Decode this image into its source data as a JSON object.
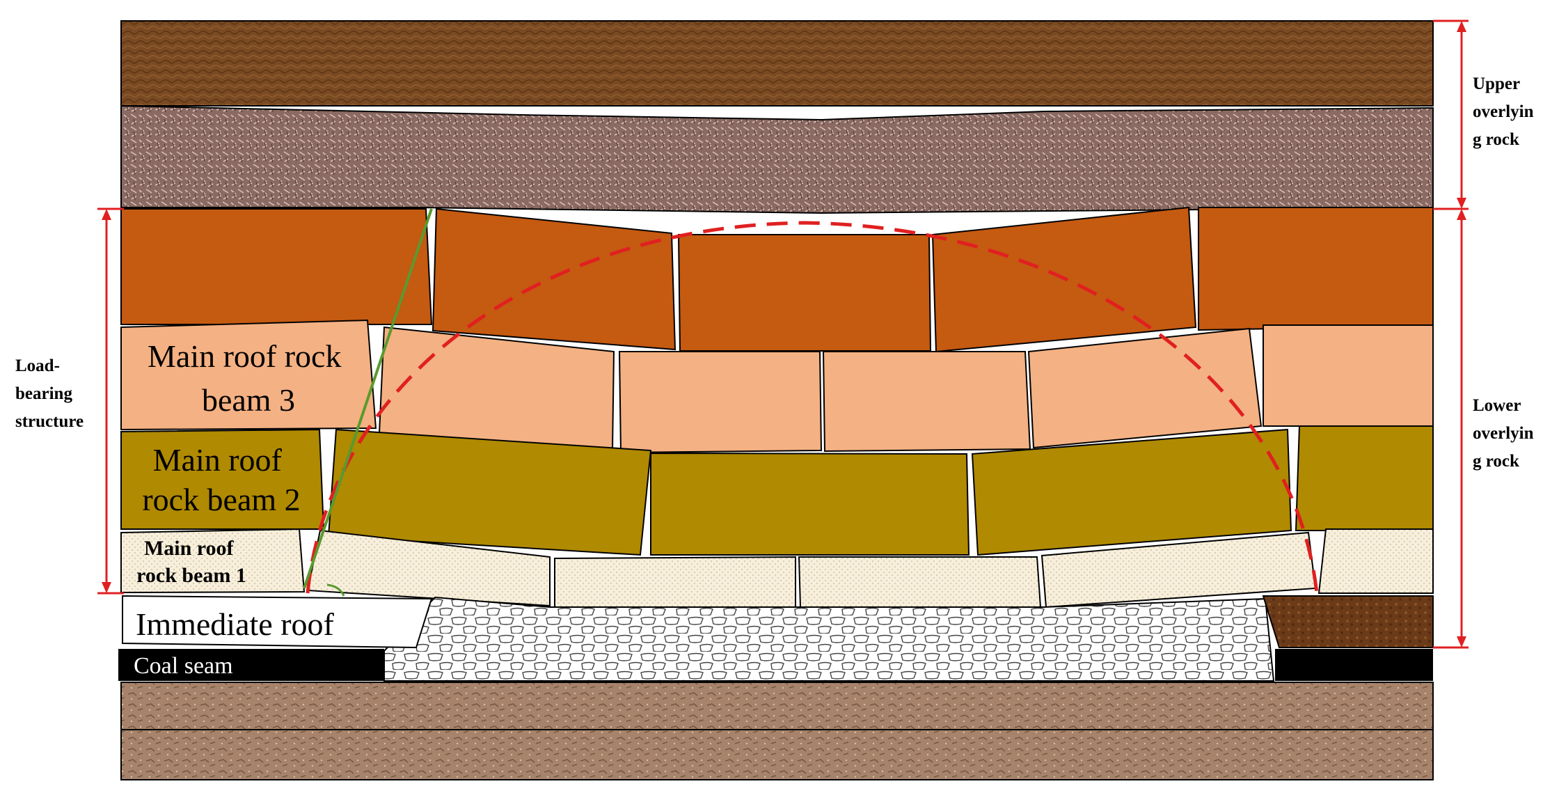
{
  "labels": {
    "beam3": [
      "Main roof rock",
      "beam 3"
    ],
    "beam2": [
      "Main roof",
      "rock beam 2"
    ],
    "beam1": [
      "Main roof",
      "rock beam 1"
    ],
    "immediate_roof": "Immediate roof",
    "coal_seam": "Coal seam",
    "load_bearing": [
      "Load-",
      "bearing",
      "structure"
    ],
    "upper_rock": [
      "Upper",
      "overlyin",
      "g rock"
    ],
    "lower_rock": [
      "Lower",
      "overlyin",
      "g rock"
    ]
  },
  "colors": {
    "surface_soil": "#7a4a22",
    "upper_stratum": "#8a6a62",
    "top_beam_layer": "#c55a11",
    "beam3": "#f4b183",
    "beam2": "#b08a00",
    "beam1": "#f7efdc",
    "immediate_roof": "#ffffff",
    "coal": "#000000",
    "goaf": "#ffffff",
    "floor": "#a6836a",
    "arch_line": "#e02020",
    "dimension_line": "#e02020",
    "fracture_line": "#5a9a2e"
  }
}
